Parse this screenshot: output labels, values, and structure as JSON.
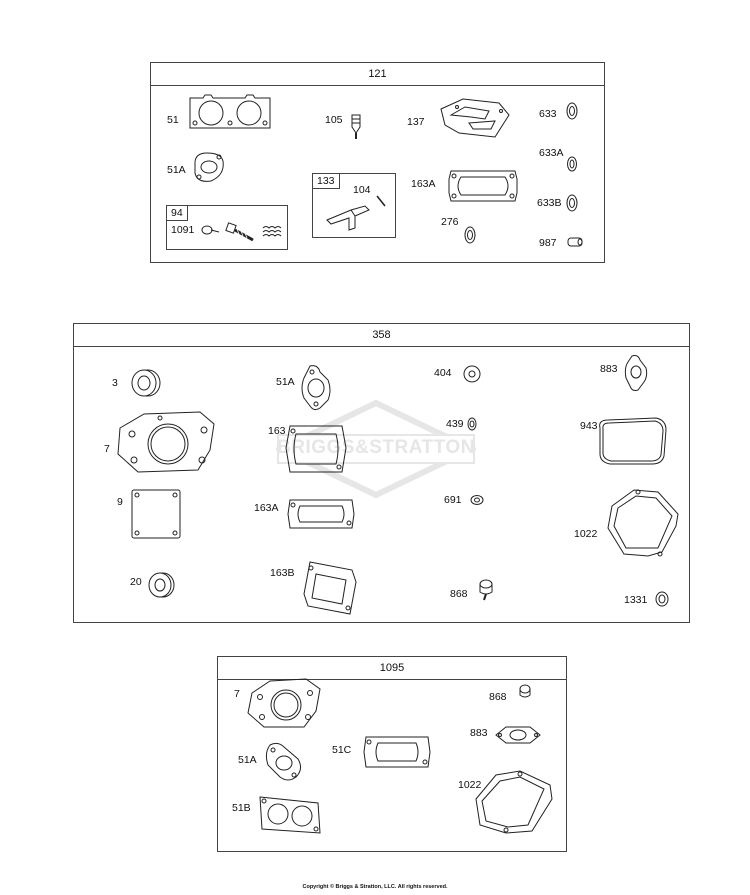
{
  "kit121": {
    "title": "121",
    "sub94": "94",
    "sub133": "133",
    "parts": {
      "p51": "51",
      "p51a": "51A",
      "p1091": "1091",
      "p105": "105",
      "p104": "104",
      "p137": "137",
      "p163a": "163A",
      "p276": "276",
      "p633": "633",
      "p633a": "633A",
      "p633b": "633B",
      "p987": "987"
    }
  },
  "kit358": {
    "title": "358",
    "parts": {
      "p3": "3",
      "p7": "7",
      "p9": "9",
      "p20": "20",
      "p51a": "51A",
      "p163": "163",
      "p163a": "163A",
      "p163b": "163B",
      "p404": "404",
      "p439": "439",
      "p691": "691",
      "p868": "868",
      "p883": "883",
      "p943": "943",
      "p1022": "1022",
      "p1331": "1331"
    }
  },
  "kit1095": {
    "title": "1095",
    "parts": {
      "p7": "7",
      "p51a": "51A",
      "p51b": "51B",
      "p51c": "51C",
      "p868": "868",
      "p883": "883",
      "p1022": "1022"
    }
  },
  "watermark": "BRIGGS&STRATTON",
  "copyright": "Copyright © Briggs & Stratton, LLC. All rights reserved."
}
